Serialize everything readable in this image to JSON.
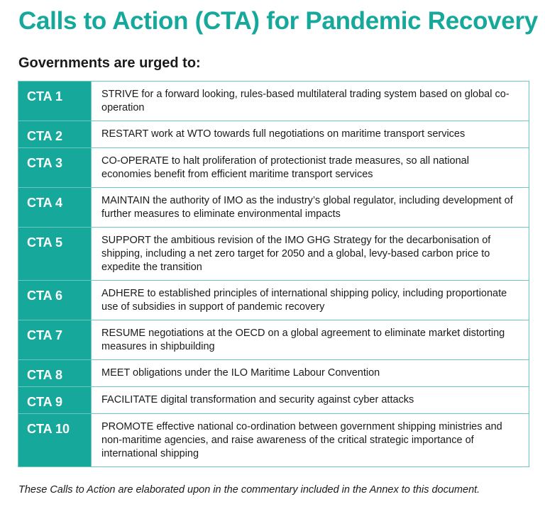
{
  "title": "Calls to Action (CTA) for Pandemic Recovery",
  "subtitle": "Governments are urged to:",
  "rows": [
    {
      "code": "CTA 1",
      "text": "STRIVE for a forward looking, rules-based multilateral trading system based on global co-operation"
    },
    {
      "code": "CTA 2",
      "text": "RESTART work at WTO towards full negotiations on maritime transport services"
    },
    {
      "code": "CTA 3",
      "text": "CO-OPERATE to halt proliferation of protectionist trade measures, so all national economies benefit from efficient maritime transport services"
    },
    {
      "code": "CTA 4",
      "text": "MAINTAIN the authority of IMO as the industry’s global regulator, including development of further measures to eliminate environmental impacts"
    },
    {
      "code": "CTA 5",
      "text": "SUPPORT the ambitious revision of the IMO GHG Strategy for the decarbonisation of shipping, including a net zero target for 2050 and a global, levy-based carbon price to expedite the transition"
    },
    {
      "code": "CTA 6",
      "text": "ADHERE to established principles of international shipping policy, including proportionate use of subsidies in support of pandemic recovery"
    },
    {
      "code": "CTA 7",
      "text": "RESUME negotiations at the OECD on a global agreement to eliminate market distorting measures in shipbuilding"
    },
    {
      "code": "CTA 8",
      "text": "MEET obligations under the ILO Maritime Labour Convention"
    },
    {
      "code": "CTA 9",
      "text": "FACILITATE digital transformation and security against cyber attacks"
    },
    {
      "code": "CTA 10",
      "text": "PROMOTE effective national co-ordination between government shipping ministries and non-maritime agencies, and raise awareness of the critical strategic importance of international shipping"
    }
  ],
  "footer": "These Calls to Action are elaborated upon in the commentary included in the Annex to this document.",
  "colors": {
    "accent": "#16a89b",
    "border": "#6cc7bf"
  }
}
